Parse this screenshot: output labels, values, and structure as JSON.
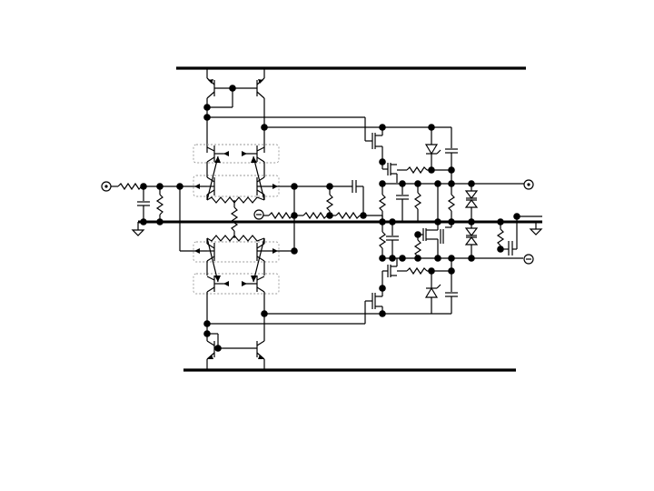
{
  "diagram": {
    "kind": "schematic",
    "colors": {
      "ink": "#000000",
      "background": "#ffffff",
      "grouping": "#999999"
    },
    "terminals": [
      "input",
      "output",
      "supply-minus-upper",
      "supply-minus-lower"
    ]
  }
}
